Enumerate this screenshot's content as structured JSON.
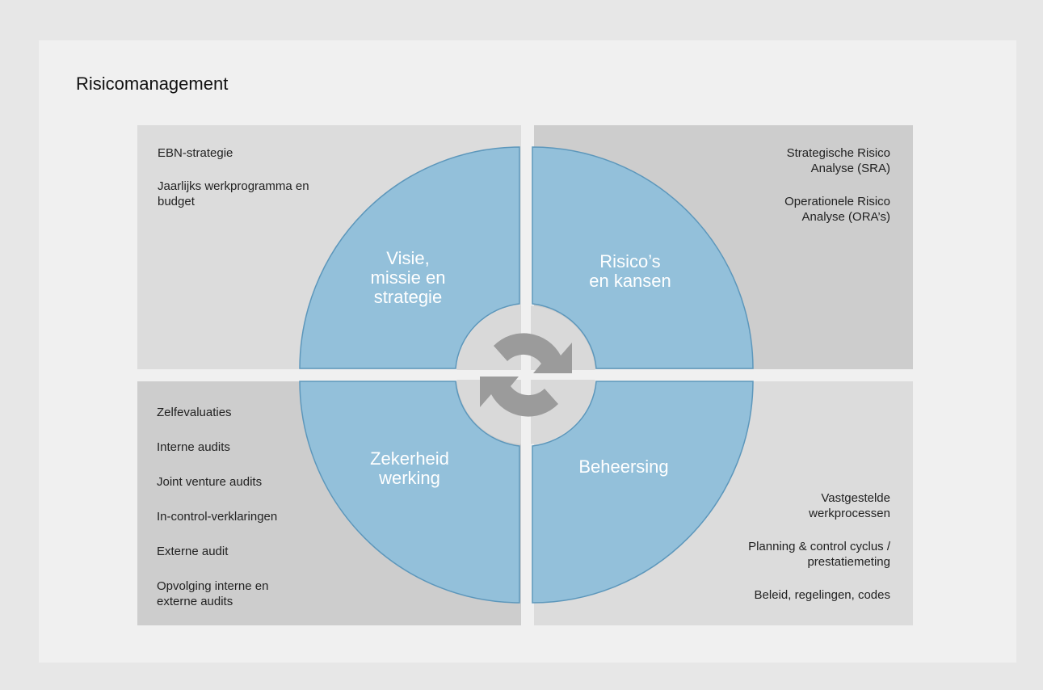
{
  "title": "Risicomanagement",
  "colors": {
    "segment_fill": "#93c0da",
    "segment_stroke": "#5d97bb",
    "hub_fill": "#d9d9d9",
    "cycle_arrows": "#9b9b9b"
  },
  "segments": {
    "top_left": {
      "label_lines": [
        "Visie,",
        "missie en",
        "strategie"
      ]
    },
    "top_right": {
      "label_lines": [
        "Risico’s",
        "en kansen"
      ]
    },
    "bottom_left": {
      "label_lines": [
        "Zekerheid",
        "werking"
      ]
    },
    "bottom_right": {
      "label_lines": [
        "Beheersing"
      ]
    }
  },
  "notes": {
    "top_left": [
      "EBN-strategie",
      "Jaarlijks werkprogramma en budget"
    ],
    "top_right": [
      "Strategische Risico Analyse (SRA)",
      "Operationele Risico Analyse (ORA’s)"
    ],
    "bottom_left": [
      "Zelfevaluaties",
      "Interne audits",
      "Joint venture audits",
      "In-control-verklaringen",
      "Externe audit",
      "Opvolging interne en externe audits"
    ],
    "bottom_right": [
      "Vastgestelde werkprocessen",
      "Planning & control cyclus / prestatiemeting",
      "Beleid, regelingen, codes"
    ]
  },
  "center_icon": "cycle-arrows-icon"
}
